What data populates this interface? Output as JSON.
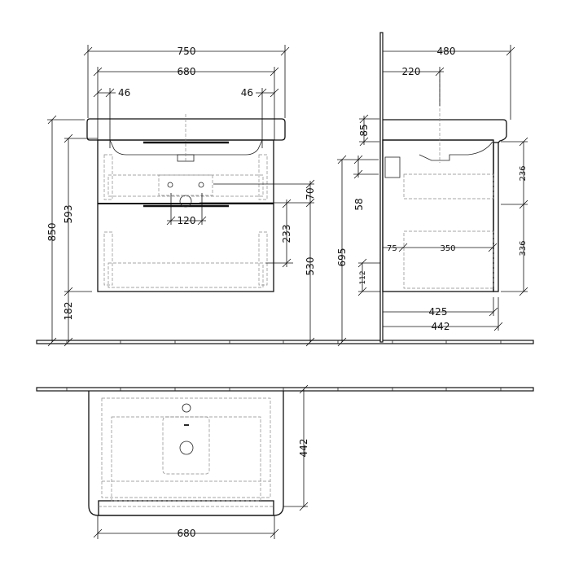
{
  "drawing": {
    "front_view": {
      "dimensions": {
        "overall_width": "750",
        "cabinet_width": "680",
        "left_inset": "46",
        "right_inset": "46",
        "total_height": "850",
        "cabinet_height": "593",
        "floor_clearance": "182",
        "drain_spacing": "120",
        "drain_offset": "70",
        "drawer_height": "233",
        "drain_height": "530"
      }
    },
    "side_view": {
      "dimensions": {
        "basin_depth": "480",
        "tap_center": "220",
        "basin_thickness": "85",
        "upper_drawer": "236",
        "lower_drawer": "336",
        "mount_height": "695",
        "mount_spacing": "58",
        "bottom_offset": "112",
        "rail_offset": "75",
        "rail_length": "350",
        "body_depth": "425",
        "total_depth": "442"
      }
    },
    "top_view": {
      "dimensions": {
        "cabinet_width": "680",
        "depth": "442"
      }
    }
  }
}
